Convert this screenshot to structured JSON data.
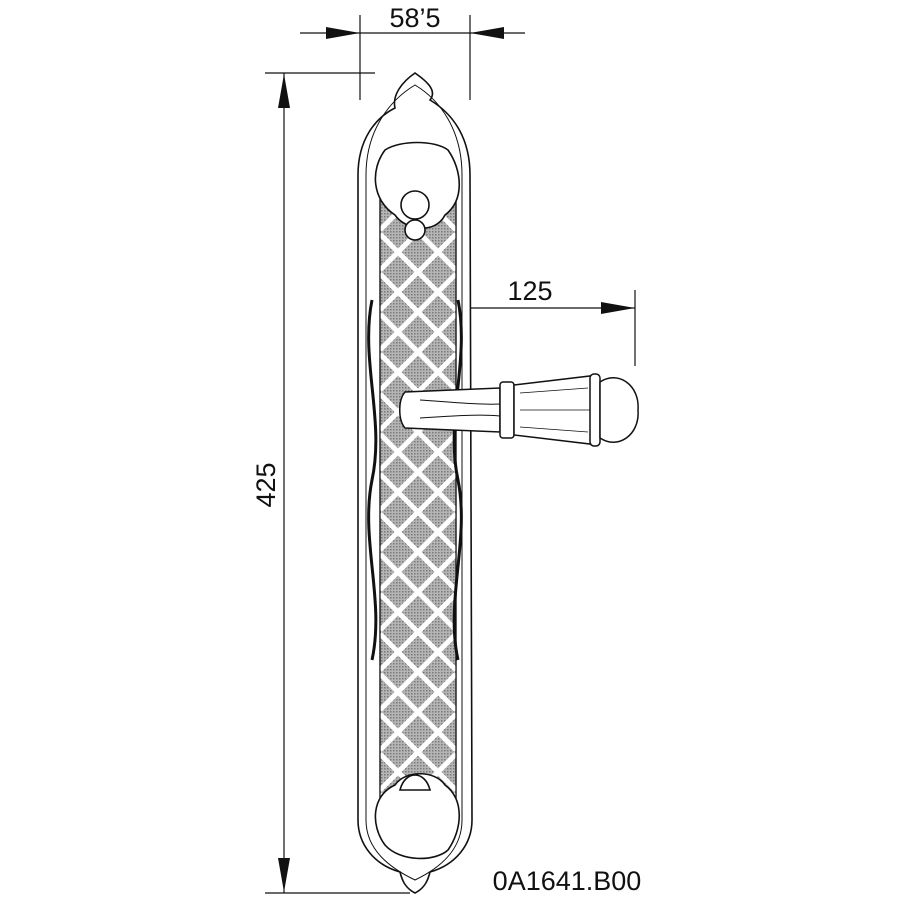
{
  "drawing": {
    "dimensions": {
      "plate_width": "58’5",
      "total_height": "425",
      "handle_projection": "125"
    },
    "product_code": "0A1641.B00",
    "colors": {
      "line": "#111111",
      "panel_fill": "#9a9a9a",
      "background": "#ffffff"
    }
  }
}
